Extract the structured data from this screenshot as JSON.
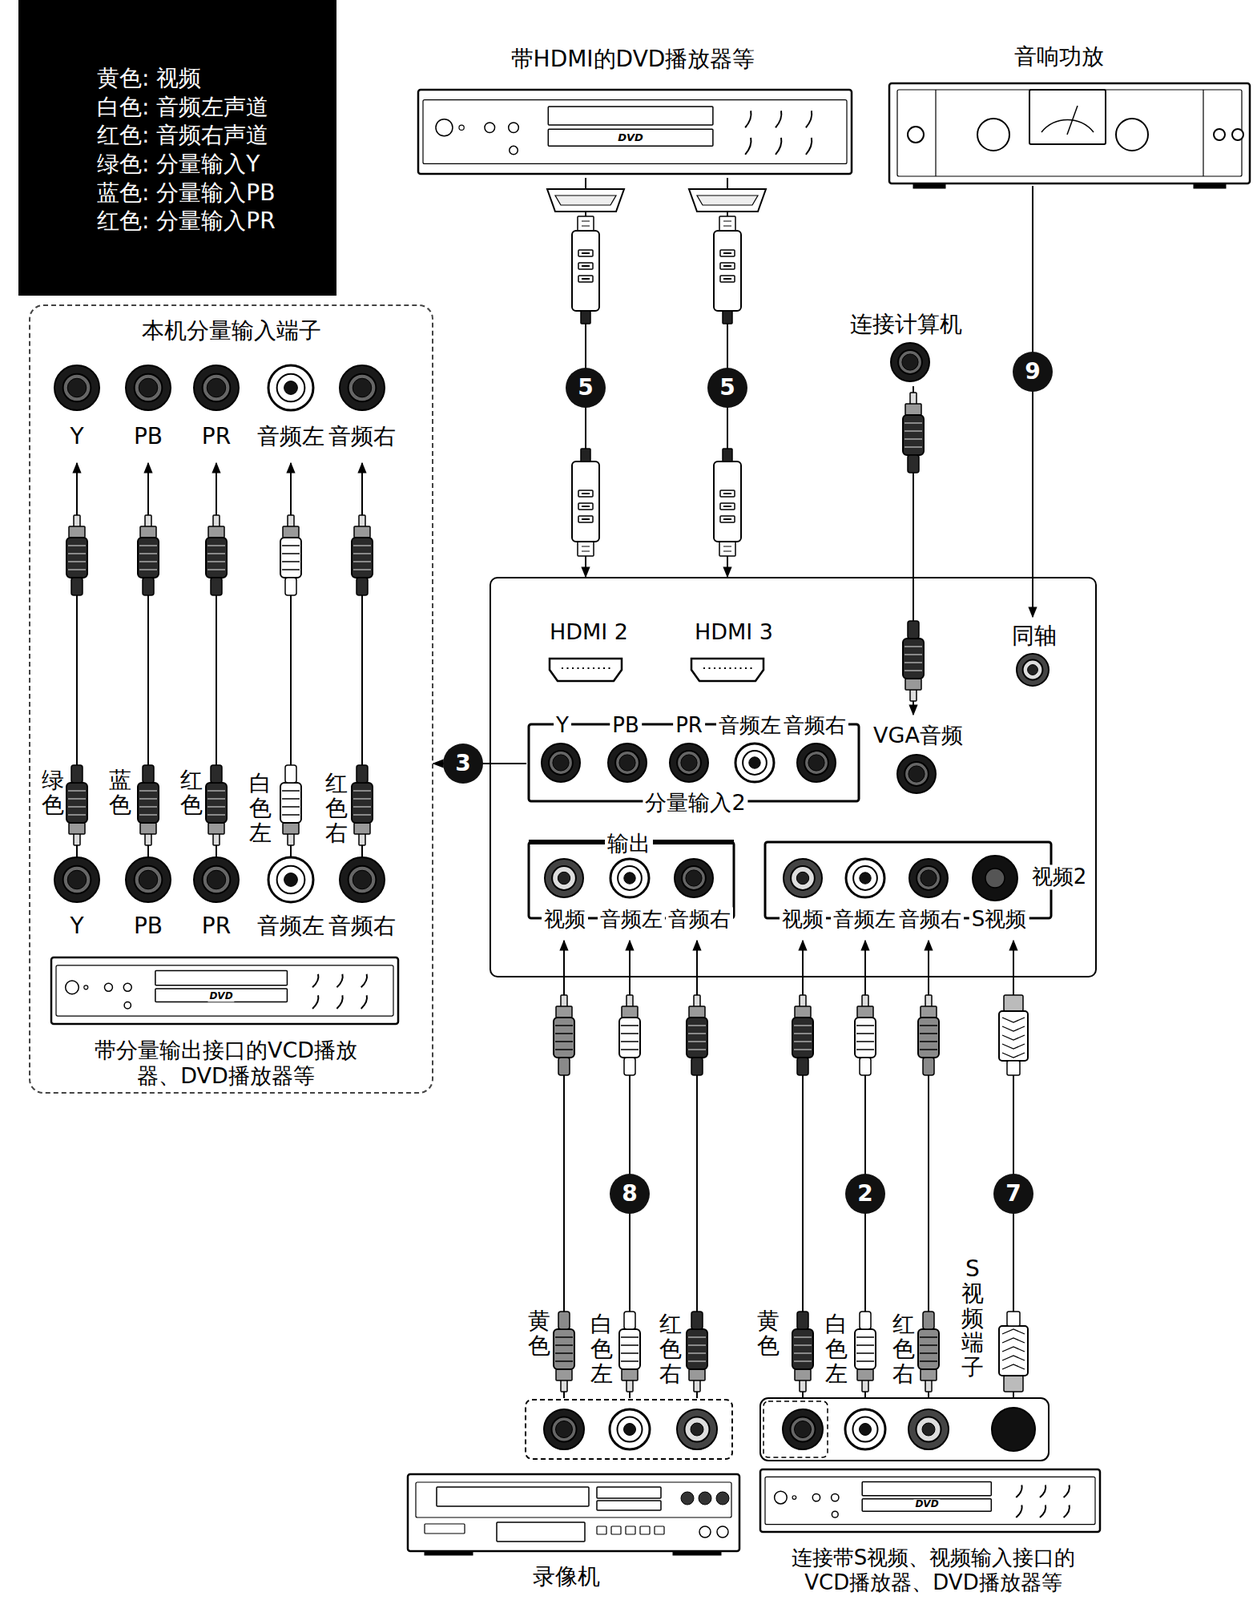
{
  "diagram": {
    "nodes": [
      {
        "text": [
          "黄色: 视频",
          "白色: 音频左声道",
          "红色: 音频右声道",
          "绿色: 分量输入Y",
          "蓝色: 分量输入PB",
          "红色: 分量输入PR"
        ]
      },
      {
        "text": [
          "本机分量输入端子"
        ]
      },
      {
        "text": [
          "带分量输出接口的VCD播放器、DVD播放器等"
        ],
        "in": 1
      },
      {
        "text": [
          "带HDMI的DVD播放器等"
        ]
      },
      {
        "text": [
          "音响功放"
        ]
      },
      {
        "text": [
          "连接计算机"
        ]
      },
      {
        "text": [
          "HDMI 2",
          "HDMI 3"
        ]
      },
      {
        "text": [
          "同轴"
        ],
        "in": 6
      },
      {
        "text": [
          "VGA音频"
        ],
        "in": 6
      },
      {
        "text": [
          "Y",
          "PB",
          "PR",
          "音频左",
          "音频右",
          "分量输入2"
        ],
        "in": 6
      },
      {
        "text": [
          "输出",
          "视频",
          "音频左",
          "音频右"
        ],
        "in": 6
      },
      {
        "text": [
          "视频",
          "音频左",
          "音频右",
          "S视频",
          "视频2"
        ],
        "in": 6
      },
      {
        "text": [
          "录像机"
        ]
      },
      {
        "text": [
          "连接带S视频、视频输入接口的VCD播放器、DVD播放器等"
        ]
      }
    ],
    "edges": [
      {
        "from": 3,
        "to": 6,
        "label": "5",
        "arrow": "to"
      },
      {
        "from": 3,
        "to": 6,
        "label": "5",
        "arrow": "to"
      },
      {
        "from": 4,
        "to": 7,
        "label": "9",
        "arrow": "to"
      },
      {
        "from": 5,
        "to": 8,
        "arrow": "to"
      },
      {
        "from": 9,
        "to": 1,
        "label": "3",
        "arrow": "to"
      },
      {
        "from": 12,
        "to": 10,
        "label": "8",
        "arrow": "to"
      },
      {
        "from": 13,
        "to": 11,
        "label": "2",
        "arrow": "to"
      },
      {
        "from": 13,
        "to": 11,
        "label": "7",
        "arrow": "to"
      }
    ],
    "labels": [
      "Y",
      "PB",
      "PR",
      "音频左",
      "音频右",
      "绿色",
      "蓝色",
      "红色",
      "白色左",
      "红色右",
      "Y",
      "PB",
      "PR",
      "音频左",
      "音频右",
      "黄色",
      "白色左",
      "红色右",
      "黄色",
      "白色左",
      "红色右",
      "S视频端子",
      "DVD",
      "DVD",
      "DVD"
    ]
  }
}
